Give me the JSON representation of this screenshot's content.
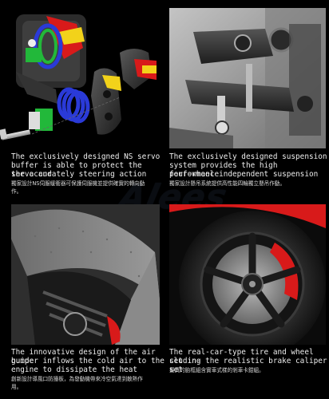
{
  "panels": {
    "servo": {
      "en_line1": "The exclusively designed NS servo",
      "en_line2": "buffer is able to protect the servo and",
      "en_line3": "the accurately steering action",
      "zh_line1": "獨家設計NS伺服緩衝器可保護伺服機並提供確實的轉向動",
      "zh_line2": "作。"
    },
    "suspension": {
      "en_line1": "The exclusively designed suspension",
      "en_line2": "system provides the high performance",
      "en_line3": "four-wheel independent suspension",
      "zh_line1": "獨家設計懸吊系統提供高性能四輪獨立懸吊作動。"
    },
    "bumper": {
      "en_line1": "The innovative design of the air guide",
      "en_line2": "bumper inflows the cold air to the",
      "en_line3": "engine to dissipate the heat",
      "zh_line1": "創新設計導風口防撞板，為發動機帶來冷空氣達到散熱作",
      "zh_line2": "用。"
    },
    "tire": {
      "en_line1": "The real-car-type tire and wheel set in-",
      "en_line2": "cluding the realistic brake caliper set",
      "zh_line1": "擬真的胎框組含實車式樣的剎車卡鉗組。"
    }
  },
  "watermark": {
    "text": "Alees"
  },
  "colors": {
    "background": "#000000",
    "text": "#ededed",
    "caliper_red": "#d81a1a",
    "part_blue": "#2a3ad8",
    "part_green": "#22b83a",
    "part_yellow": "#f2d21a"
  }
}
